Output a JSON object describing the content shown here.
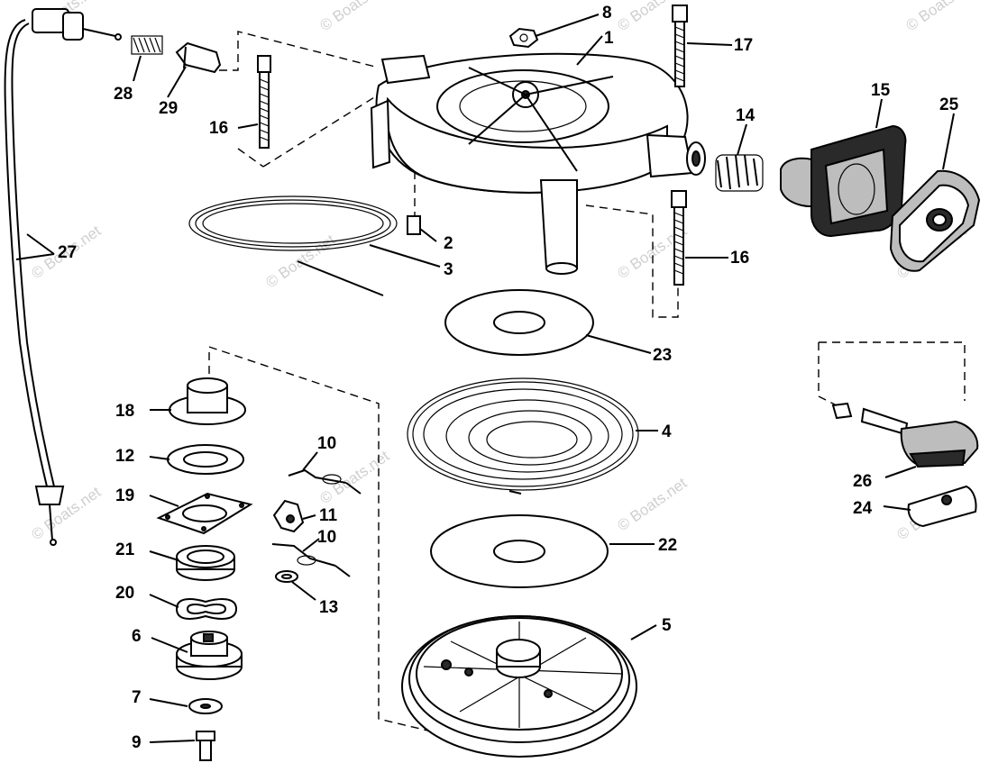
{
  "watermark": "© Boats.net",
  "callouts": [
    {
      "id": "c1",
      "label": "1"
    },
    {
      "id": "c2",
      "label": "2"
    },
    {
      "id": "c3",
      "label": "3"
    },
    {
      "id": "c4",
      "label": "4"
    },
    {
      "id": "c5",
      "label": "5"
    },
    {
      "id": "c6",
      "label": "6"
    },
    {
      "id": "c7",
      "label": "7"
    },
    {
      "id": "c8",
      "label": "8"
    },
    {
      "id": "c9",
      "label": "9"
    },
    {
      "id": "c10a",
      "label": "10"
    },
    {
      "id": "c10b",
      "label": "10"
    },
    {
      "id": "c11",
      "label": "11"
    },
    {
      "id": "c12",
      "label": "12"
    },
    {
      "id": "c13",
      "label": "13"
    },
    {
      "id": "c14",
      "label": "14"
    },
    {
      "id": "c15",
      "label": "15"
    },
    {
      "id": "c16a",
      "label": "16"
    },
    {
      "id": "c16b",
      "label": "16"
    },
    {
      "id": "c17",
      "label": "17"
    },
    {
      "id": "c18",
      "label": "18"
    },
    {
      "id": "c19",
      "label": "19"
    },
    {
      "id": "c20",
      "label": "20"
    },
    {
      "id": "c21",
      "label": "21"
    },
    {
      "id": "c22",
      "label": "22"
    },
    {
      "id": "c23",
      "label": "23"
    },
    {
      "id": "c24",
      "label": "24"
    },
    {
      "id": "c25",
      "label": "25"
    },
    {
      "id": "c26",
      "label": "26"
    },
    {
      "id": "c27",
      "label": "27"
    },
    {
      "id": "c28",
      "label": "28"
    },
    {
      "id": "c29",
      "label": "29"
    }
  ]
}
